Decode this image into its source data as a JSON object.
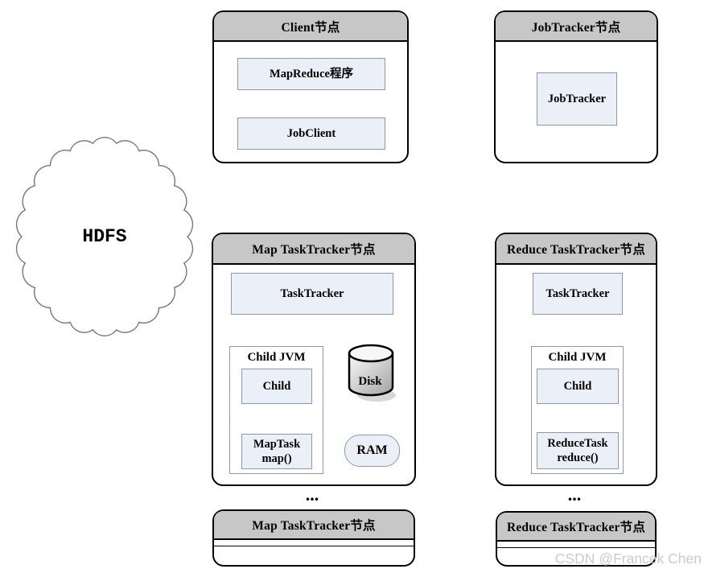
{
  "cloud": {
    "label": "HDFS"
  },
  "client": {
    "title": "Client节点",
    "program": "MapReduce程序",
    "jobclient": "JobClient"
  },
  "jobtracker": {
    "title": "JobTracker节点",
    "box": "JobTracker"
  },
  "map_node": {
    "title": "Map TaskTracker节点",
    "tasktracker": "TaskTracker",
    "jvm_title": "Child JVM",
    "child": "Child",
    "task_line1": "MapTask",
    "task_line2": "map()",
    "disk": "Disk",
    "ram": "RAM"
  },
  "reduce_node": {
    "title": "Reduce TaskTracker节点",
    "tasktracker": "TaskTracker",
    "jvm_title": "Child JVM",
    "child": "Child",
    "task_line1": "ReduceTask",
    "task_line2": "reduce()"
  },
  "map_stub": {
    "title": "Map TaskTracker节点"
  },
  "reduce_stub": {
    "title": "Reduce TaskTracker节点"
  },
  "ellipsis": "...",
  "watermark": "CSDN @Francek Chen",
  "colors": {
    "header_bg": "#c7c7c7",
    "box_fill": "#eaeff8",
    "box_border": "#8e98a6",
    "watermark": "#cbcbcb"
  }
}
